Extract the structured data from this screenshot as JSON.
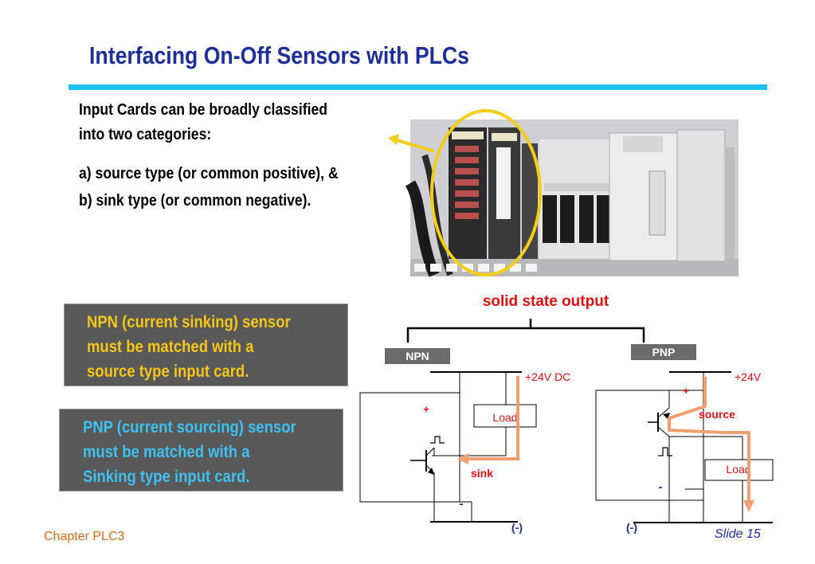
{
  "title": "Interfacing On-Off Sensors with PLCs",
  "intro": {
    "line1": "Input Cards can be broadly classified",
    "line2": "into two categories:",
    "item_a": "a)  source type (or common positive), &",
    "item_b": "b)  sink type (or common negative)."
  },
  "npn_box": {
    "line1": "NPN (current sinking) sensor",
    "line2": "must be matched with a",
    "line3": "source type input card."
  },
  "pnp_box": {
    "line1": "PNP (current sourcing) sensor",
    "line2": "must be matched with a",
    "line3": "Sinking type input card."
  },
  "diagram": {
    "heading": "solid state output",
    "npn_label": "NPN",
    "pnp_label": "PNP",
    "npn_supply": "+24V DC",
    "pnp_supply": "+24V",
    "plus": "+",
    "minus": "-",
    "load": "Load",
    "sink": "sink",
    "source": "source",
    "ground": "(-)"
  },
  "footer": {
    "chapter": "Chapter PLC3",
    "slide": "Slide 15"
  },
  "colors": {
    "title": "#1f2f9a",
    "rule": "#1ec0ef",
    "box_text_npn": "#f5c518",
    "box_text_pnp": "#3ec0f0",
    "diagram_heading": "#e01010",
    "current_path": "#f0a070",
    "highlight_ellipse": "#f2cd1a"
  }
}
